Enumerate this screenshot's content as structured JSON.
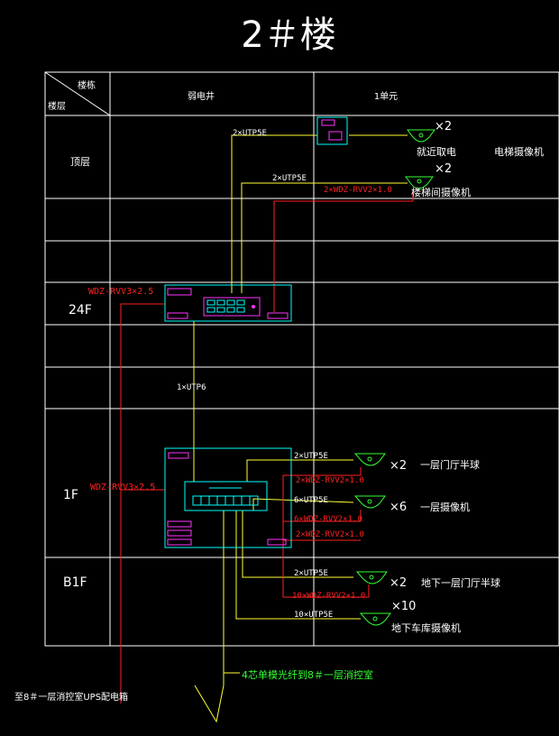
{
  "title": "2＃楼",
  "colors": {
    "white": "#ffffff",
    "yellow": "#ffff33",
    "red": "#ff2020",
    "cyan": "#00ffff",
    "magenta": "#ff33ff",
    "green": "#33ff33",
    "grid": "#ffffff"
  },
  "header": {
    "col_building": "楼栋",
    "col_floor": "楼层",
    "col_weak_shaft": "弱电井",
    "col_unit": "1单元"
  },
  "floors": {
    "top": "顶层",
    "f24": "24F",
    "f1": "1F",
    "b1": "B1F"
  },
  "top_floor": {
    "cable_a": "2×UTP5E",
    "qty_a": "×2",
    "device_a": "就近取电",
    "device_elev": "电梯摄像机",
    "cable_b": "2×UTP5E",
    "power_b": "2×WDZ-RVV2×1.0",
    "qty_b": "×2",
    "device_b": "楼梯间摄像机"
  },
  "floor24": {
    "power": "WDZ-RVV3×2.5",
    "uplink": "1×UTP6"
  },
  "floor1": {
    "power": "WDZ-RVV3×2.5",
    "cable_1": "2×UTP5E",
    "power_1": "2×WDZ-RVV2×1.0",
    "qty_1": "×2",
    "device_1": "一层门厅半球",
    "cable_2": "6×UTP5E",
    "power_2": "6×WDZ-RVV2×1.0",
    "qty_2": "×6",
    "device_2": "一层摄像机",
    "power_3": "2×WDZ-RVV2×1.0"
  },
  "b1": {
    "cable_1": "2×UTP5E",
    "qty_1": "×2",
    "device_1": "地下一层门厅半球",
    "power_1": "10×WDZ-RVV2×1.0",
    "qty_2": "×10",
    "cable_2": "10×UTP5E",
    "device_2": "地下车库摄像机"
  },
  "bottom": {
    "fiber": "4芯单模光纤到8＃一层消控室",
    "ups": "至8＃一层消控室UPS配电箱"
  }
}
